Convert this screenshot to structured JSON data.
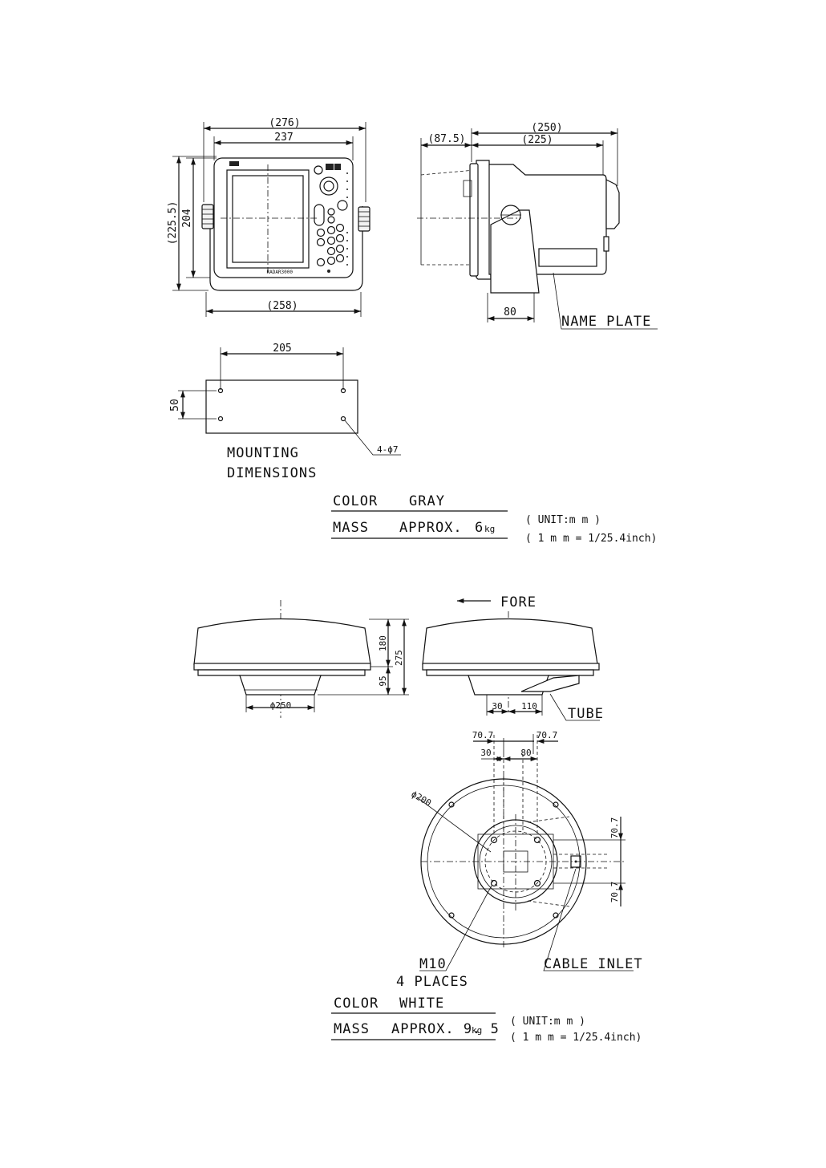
{
  "display_unit": {
    "top_dims": {
      "outer": "(276)",
      "inner": "237"
    },
    "left_dims": {
      "outer": "(225.5)",
      "inner": "204"
    },
    "bottom_dim": "(258)",
    "side_dims": {
      "front": "(87.5)",
      "outer": "(250)",
      "inner": "(225)",
      "base": "80"
    },
    "name_plate": "NAME PLATE",
    "mounting": {
      "width": "205",
      "height": "50",
      "holes": "4-ϕ7",
      "title_line1": "MOUNTING",
      "title_line2": "DIMENSIONS"
    },
    "color_label": "COLOR",
    "color_value": "GRAY",
    "mass_label": "MASS",
    "mass_value": "APPROX.",
    "mass_num": "6",
    "mass_unit": "kg",
    "unit_line1": "( UNIT:m m )",
    "unit_line2": "( 1 m m = 1/25.4inch)",
    "model_text": "RADAR3000"
  },
  "antenna_unit": {
    "fore_label": "FORE",
    "front_dims": {
      "top": "180",
      "overall": "275",
      "bottom": "95",
      "base_dia": "ϕ250"
    },
    "side_dims": {
      "a": "30",
      "b": "110"
    },
    "tube_label": "TUBE",
    "plan_dims": {
      "left": "70.7",
      "right": "70.7",
      "a": "30",
      "b": "80",
      "dia": "ϕ200",
      "v1": "70.7",
      "v2": "70.7"
    },
    "m10_label": "M10",
    "places_label": "4 PLACES",
    "cable_inlet": "CABLE INLET",
    "color_label": "COLOR",
    "color_value": "WHITE",
    "mass_label": "MASS",
    "mass_value": "APPROX. 9. 5",
    "mass_unit": "kg",
    "unit_line1": "( UNIT:m m )",
    "unit_line2": "( 1 m m = 1/25.4inch)"
  }
}
